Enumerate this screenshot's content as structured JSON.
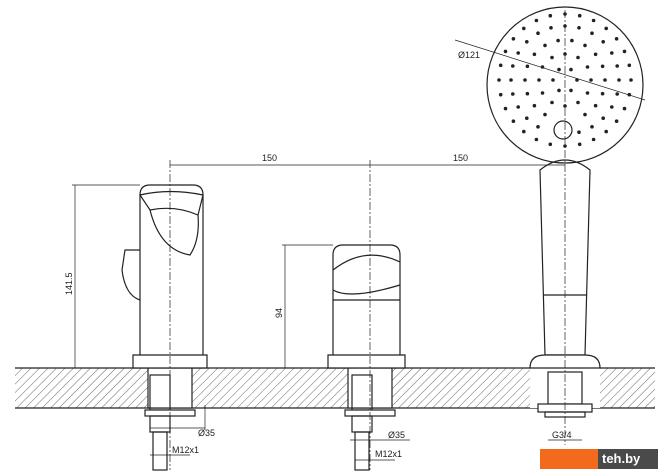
{
  "dimensions": {
    "spacing_left": "150",
    "spacing_right": "150",
    "height_spout": "141.5",
    "height_handle": "94",
    "shower_diameter": "Ø121",
    "base_left": "Ø35",
    "thread_left": "M12x1",
    "base_middle": "Ø35",
    "thread_middle": "M12x1",
    "thread_shower": "G3/4"
  },
  "watermark": {
    "text": "teh.by",
    "orange": "#f26a1b",
    "grey": "#4a4a4a"
  },
  "colors": {
    "line": "#222222"
  }
}
